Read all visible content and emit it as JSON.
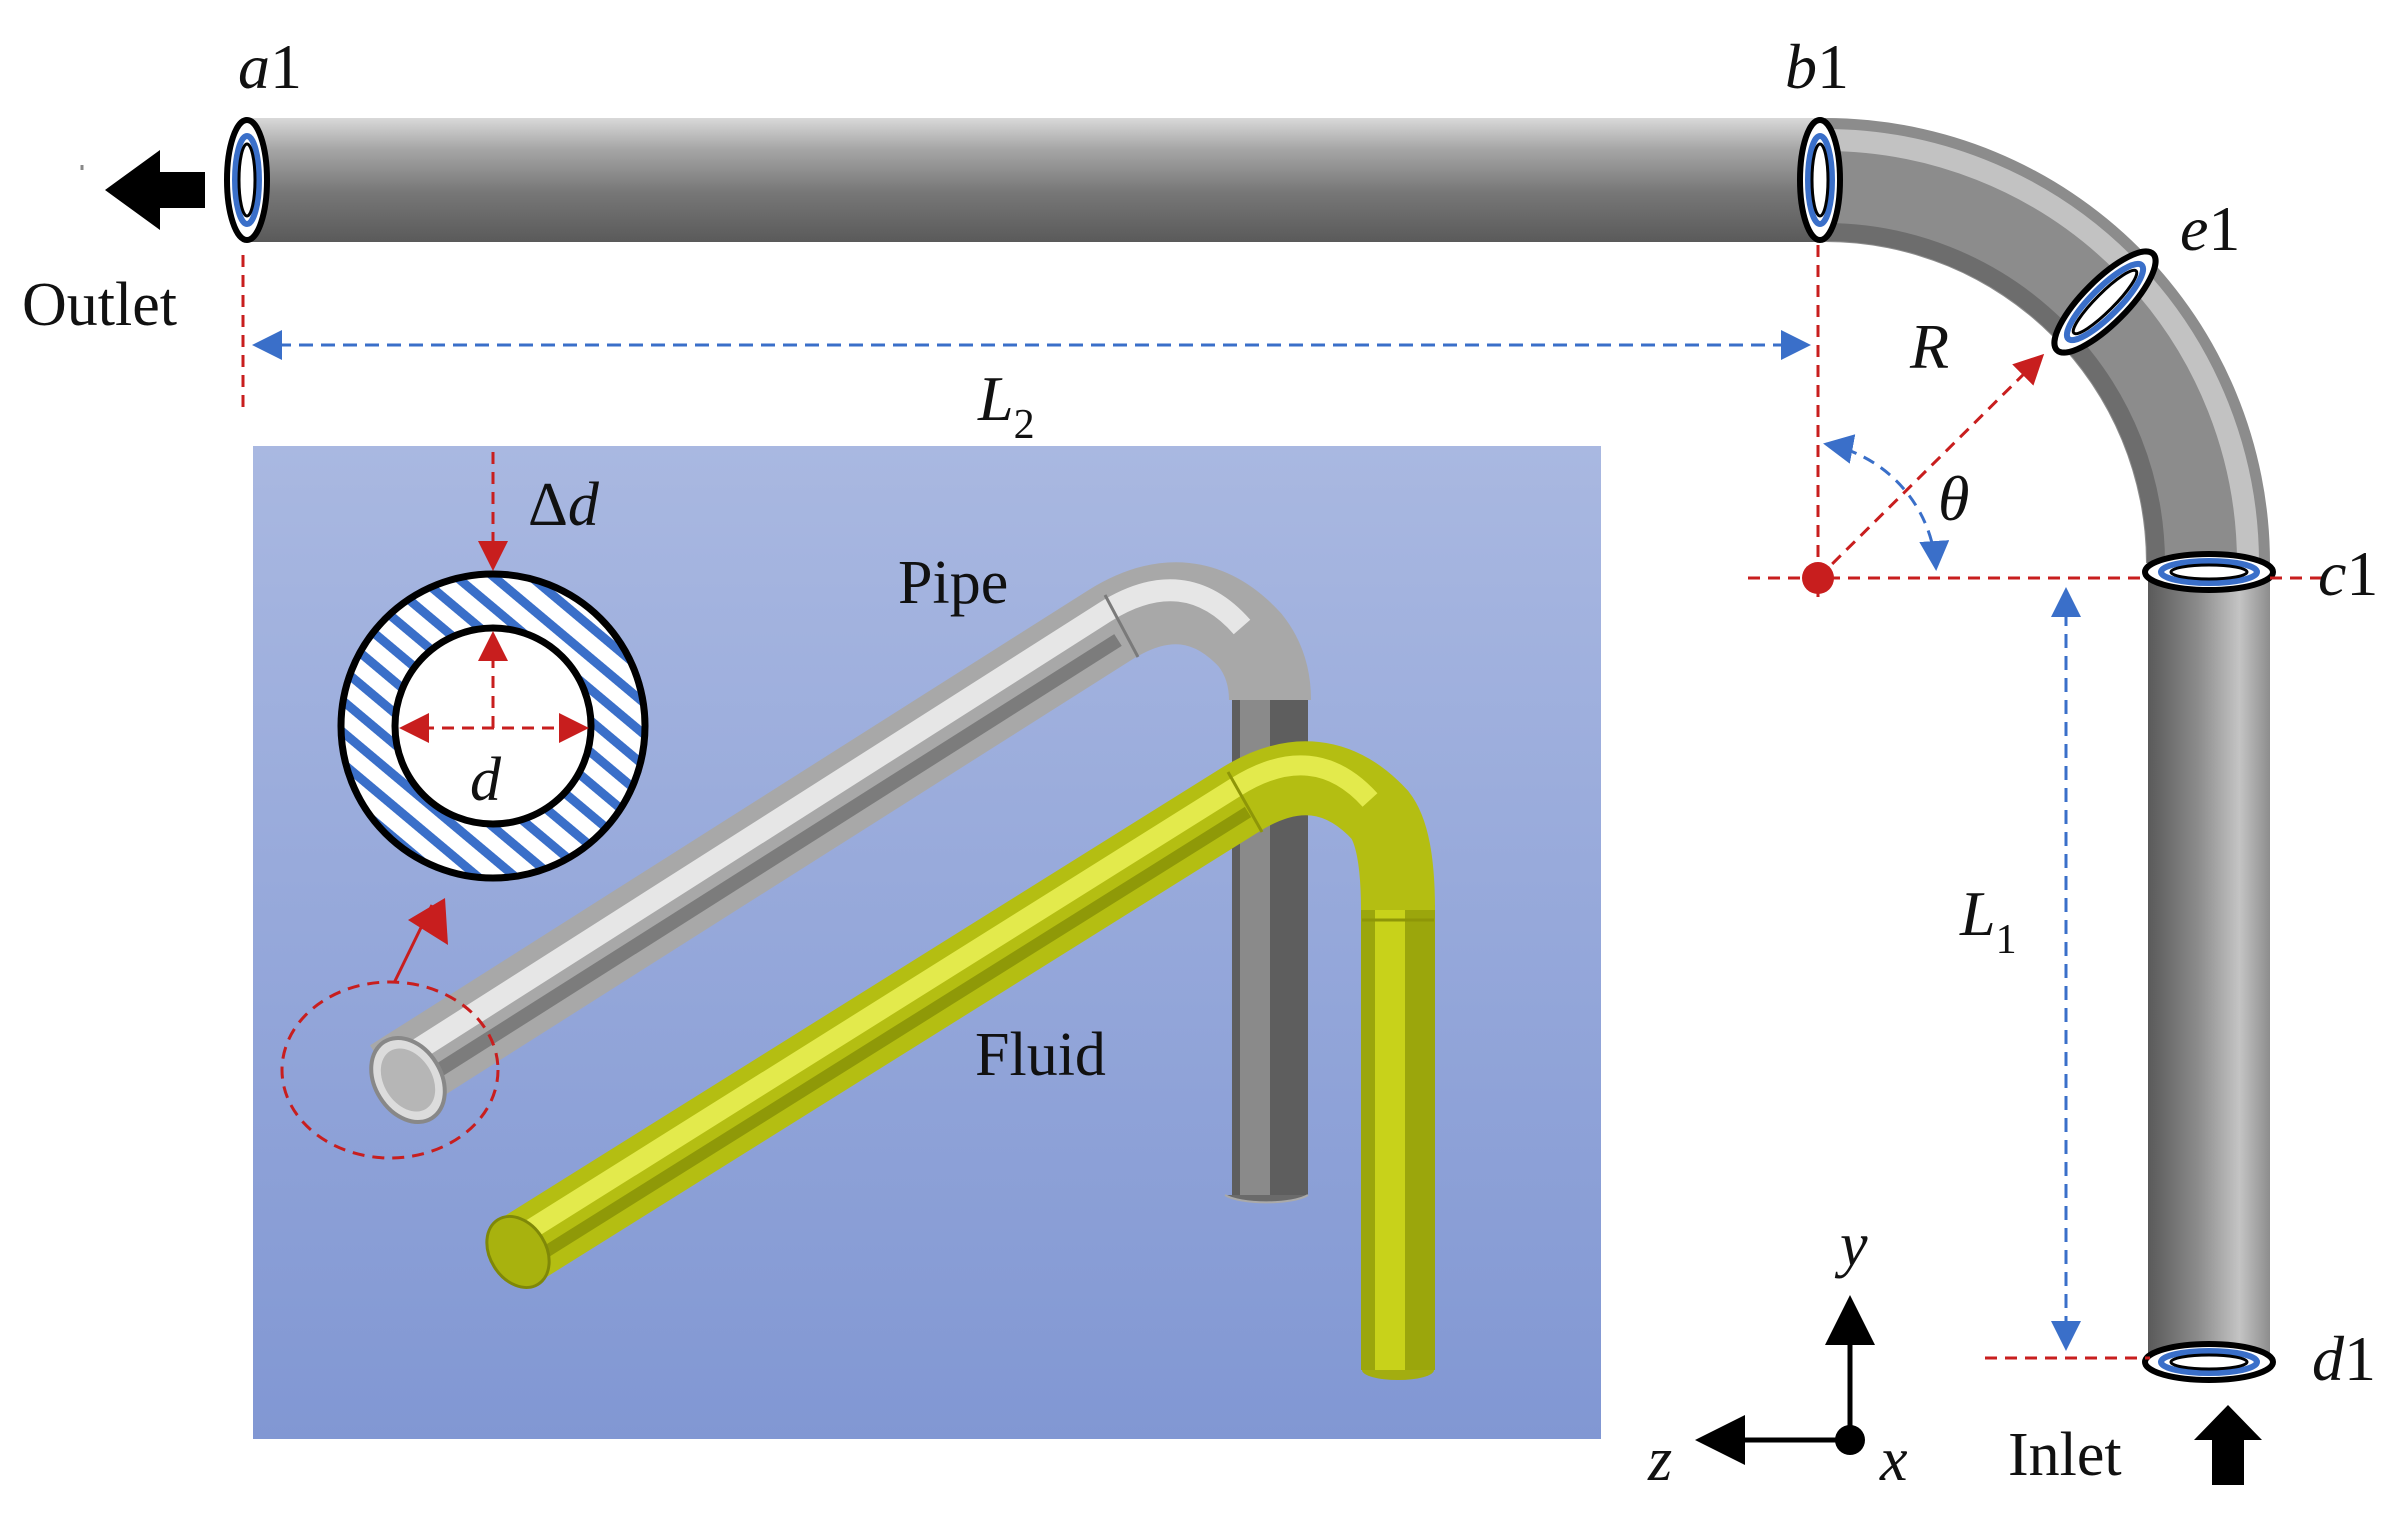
{
  "labels": {
    "a1": {
      "letter": "a",
      "digit": "1"
    },
    "b1": {
      "letter": "b",
      "digit": "1"
    },
    "c1": {
      "letter": "c",
      "digit": "1"
    },
    "d1": {
      "letter": "d",
      "digit": "1"
    },
    "e1": {
      "letter": "e",
      "digit": "1"
    },
    "outlet": "Outlet",
    "inlet": "Inlet",
    "L1": {
      "main": "L",
      "sub": "1"
    },
    "L2": {
      "main": "L",
      "sub": "2"
    },
    "R": "R",
    "theta": "θ",
    "delta_d": {
      "delta": "Δ",
      "d": "d"
    },
    "d": "d",
    "pipe": "Pipe",
    "fluid": "Fluid",
    "axis_x": "x",
    "axis_y": "y",
    "axis_z": "z"
  },
  "colors": {
    "pipe": "#9c9c9c",
    "fluid": "#c8d21a",
    "inset_bg": "#8fa3d8",
    "dim_blue": "#3a6fc9",
    "dim_red": "#c81e1e",
    "center_dot": "#c81e1e"
  },
  "icons": {
    "outlet_arrow": "arrow-left-icon",
    "inlet_arrow": "arrow-up-icon"
  }
}
